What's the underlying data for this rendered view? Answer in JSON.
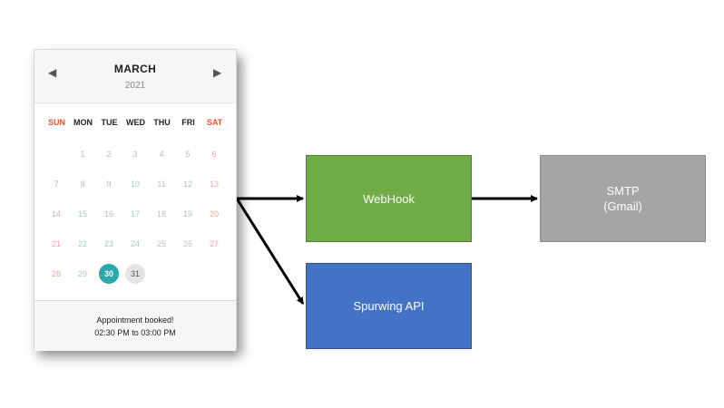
{
  "calendar": {
    "month": "MARCH",
    "year": "2021",
    "prev_icon": "left-triangle-icon",
    "next_icon": "right-triangle-icon",
    "weekdays": [
      "SUN",
      "MON",
      "TUE",
      "WED",
      "THU",
      "FRI",
      "SAT"
    ],
    "weeks": [
      [
        "",
        "1",
        "2",
        "3",
        "4",
        "5",
        "6"
      ],
      [
        "7",
        "8",
        "9",
        "10",
        "11",
        "12",
        "13"
      ],
      [
        "14",
        "15",
        "16",
        "17",
        "18",
        "19",
        "20"
      ],
      [
        "21",
        "22",
        "23",
        "24",
        "25",
        "26",
        "27"
      ],
      [
        "28",
        "29",
        "30",
        "31",
        "",
        "",
        ""
      ]
    ],
    "selected_day": "30",
    "highlighted_day": "31",
    "status_line1": "Appointment booked!",
    "status_line2": "02:30 PM to 03:00 PM"
  },
  "nodes": {
    "webhook": "WebHook",
    "spurwing": "Spurwing API",
    "smtp_line1": "SMTP",
    "smtp_line2": "(Gmail)"
  },
  "colors": {
    "webhook": "#70ad47",
    "spurwing": "#4472c4",
    "smtp": "#a5a5a5",
    "selected_day": "#2aa8ac",
    "weekend": "#e8563a"
  }
}
